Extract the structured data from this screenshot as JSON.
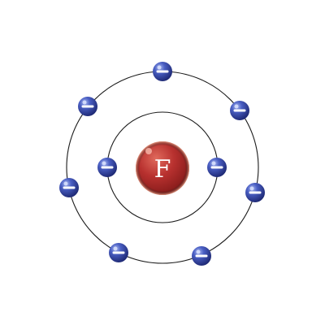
{
  "nucleus": {
    "symbol": "F",
    "color": "#b8312f"
  },
  "electron": {
    "charge_symbol": "−",
    "color": "#2b3fa8"
  },
  "shells": [
    {
      "electron_count": 2
    },
    {
      "electron_count": 7
    }
  ]
}
